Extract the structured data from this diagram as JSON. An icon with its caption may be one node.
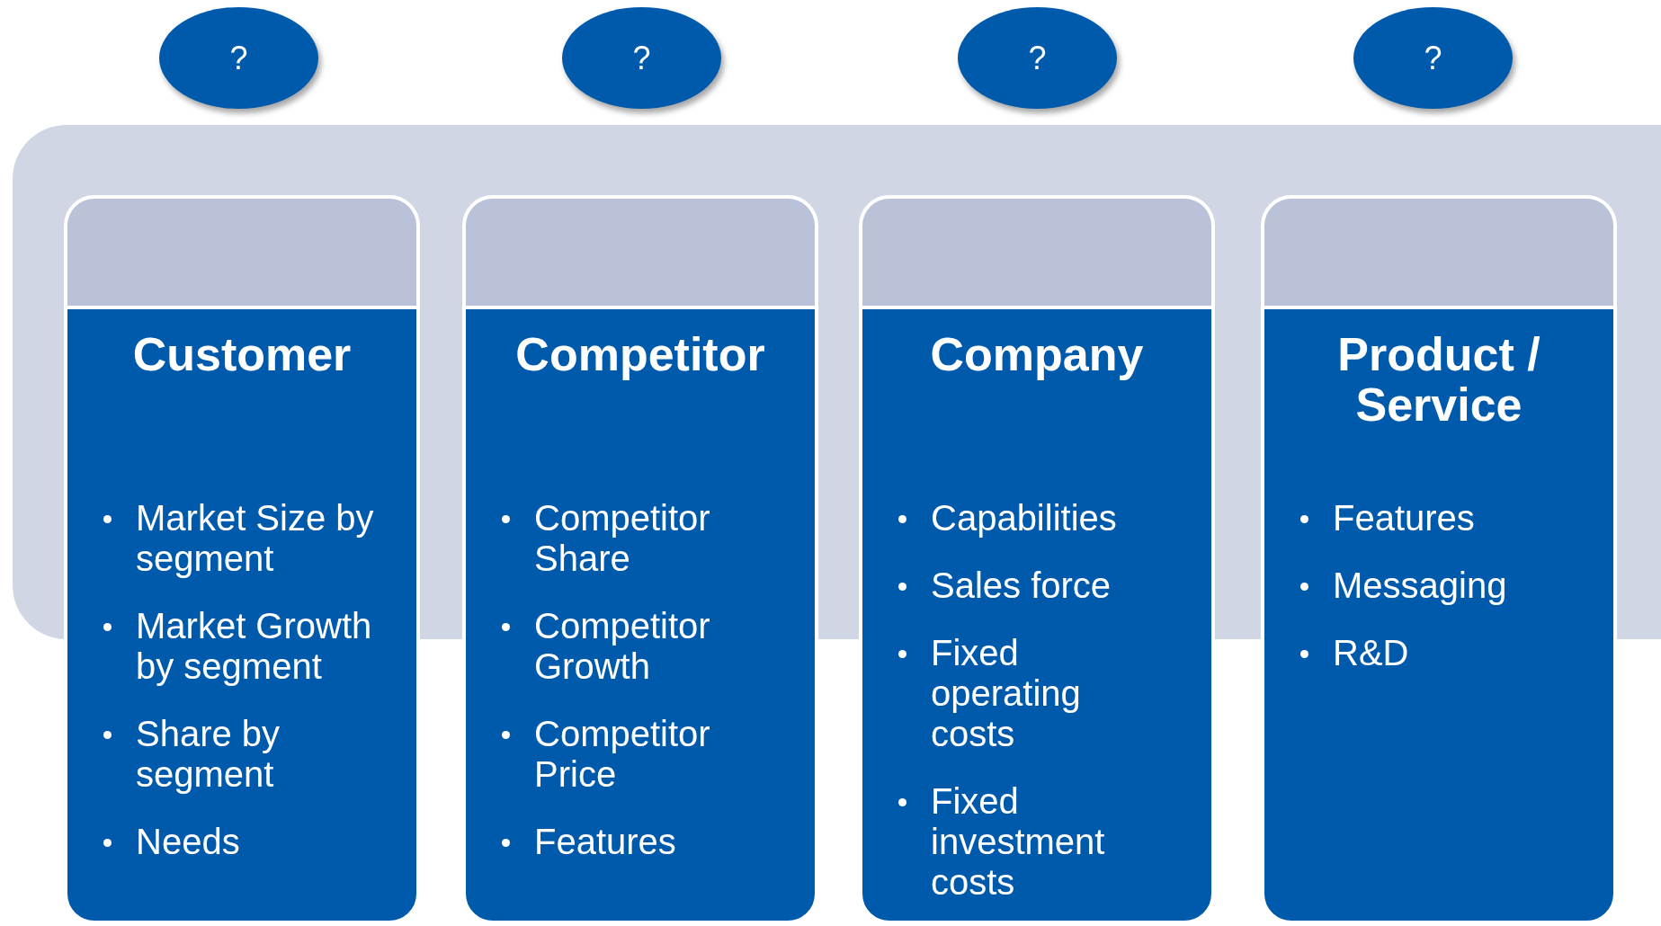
{
  "diagram": {
    "nodes": [
      {
        "text": [
          "?"
        ]
      },
      {
        "text": [
          "?"
        ]
      },
      {
        "text": [
          "?"
        ]
      },
      {
        "text": [
          "?"
        ]
      },
      {
        "text": [
          "Customer",
          "Market Size by segment",
          "Market Growth by segment",
          "Share by segment",
          "Needs"
        ]
      },
      {
        "text": [
          "Competitor",
          "Competitor Share",
          "Competitor Growth",
          "Competitor Price",
          "Features"
        ]
      },
      {
        "text": [
          "Company",
          "Capabilities",
          "Sales force",
          "Fixed operating costs",
          "Fixed investment costs"
        ]
      },
      {
        "text": [
          "Product / Service",
          "Features",
          "Messaging",
          "R&D"
        ]
      }
    ],
    "edges": []
  }
}
